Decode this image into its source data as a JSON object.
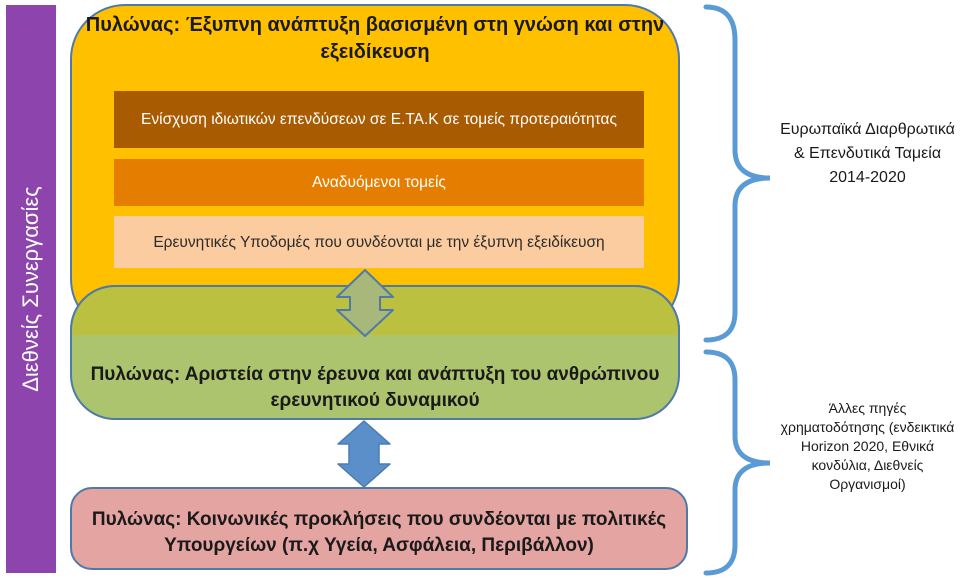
{
  "side_label": "Διεθνείς Συνεργασίες",
  "pillar1": {
    "title": "Πυλώνας: Έξυπνη ανάπτυξη βασισμένη στη γνώση και στην εξειδίκευση",
    "bands": [
      "Ενίσχυση ιδιωτικών επενδύσεων σε Ε.ΤΑ.Κ σε τομείς προτεραιότητας",
      "Αναδυόμενοι τομείς",
      "Ερευνητικές Υποδομές που συνδέονται με την έξυπνη εξειδίκευση"
    ]
  },
  "pillar2": {
    "title": "Πυλώνας: Αριστεία στην έρευνα και ανάπτυξη του ανθρώπινου ερευνητικού δυναμικού"
  },
  "pillar3": {
    "title": "Πυλώνας: Κοινωνικές προκλήσεις που συνδέονται με πολιτικές Υπουργείων (π.χ Υγεία, Ασφάλεια, Περιβάλλον)"
  },
  "funding": {
    "eu_funds": "Ευρωπαϊκά Διαρθρωτικά & Επενδυτικά Ταμεία 2014-2020",
    "other_sources": "Άλλες πηγές χρηματοδότησης (ενδεικτικά Horizon 2020, Εθνικά κονδύλια, Διεθνείς Οργανισμοί)"
  },
  "colors": {
    "side_bar": "#8e44ad",
    "pillar1": "#ffc000",
    "pillar2": "#adc46e",
    "pillar3": "#e3a4a2",
    "arrow": "#5b8fc9",
    "brace": "#5b9bd5"
  }
}
